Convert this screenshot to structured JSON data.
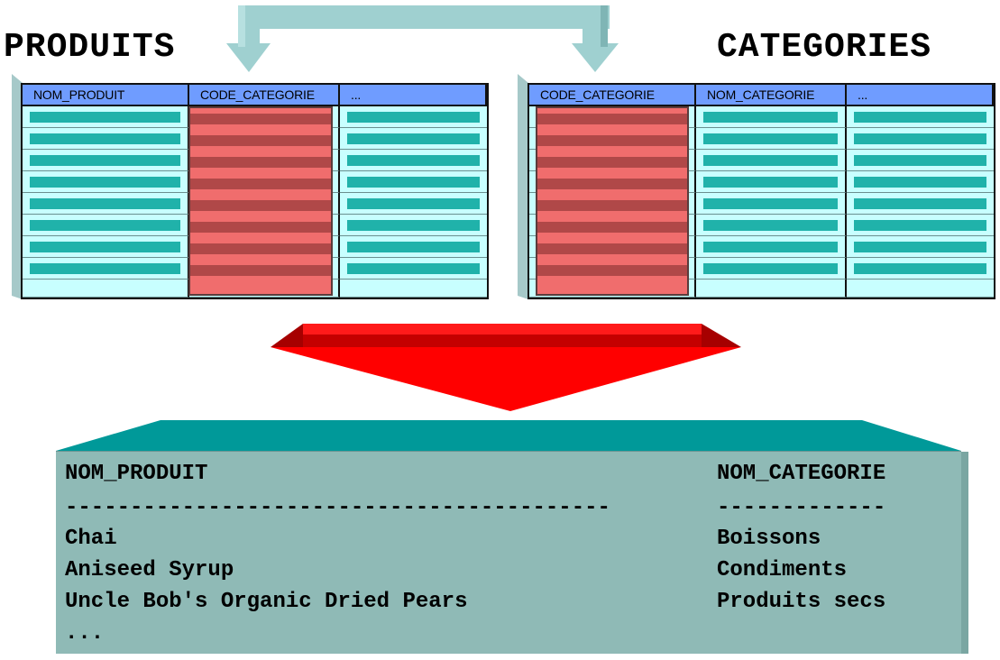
{
  "tables": {
    "products": {
      "title": "PRODUITS",
      "headers": [
        "NOM_PRODUIT",
        "CODE_CATEGORIE",
        "..."
      ]
    },
    "categories": {
      "title": "CATEGORIES",
      "headers": [
        "CODE_CATEGORIE",
        "NOM_CATEGORIE",
        "..."
      ]
    }
  },
  "result": {
    "headers": [
      "NOM_PRODUIT",
      "NOM_CATEGORIE"
    ],
    "separator_left": "------------------------------------------",
    "separator_right": "-------------",
    "rows": [
      [
        "Chai",
        "Boissons"
      ],
      [
        "Aniseed Syrup",
        "Condiments"
      ],
      [
        "Uncle Bob's Organic Dried Pears",
        "Produits secs"
      ],
      [
        "...",
        ""
      ]
    ]
  },
  "colors": {
    "header_blue": "#6f9cff",
    "cell_bg": "#c8ffff",
    "cell_bar": "#20b2aa",
    "join_column": "#f06d6d",
    "join_stripe": "#b04848",
    "red_arrow": "#ff0000",
    "connector": "#9fd0d0",
    "result_panel": "#8fbab6",
    "result_top": "#009999"
  }
}
